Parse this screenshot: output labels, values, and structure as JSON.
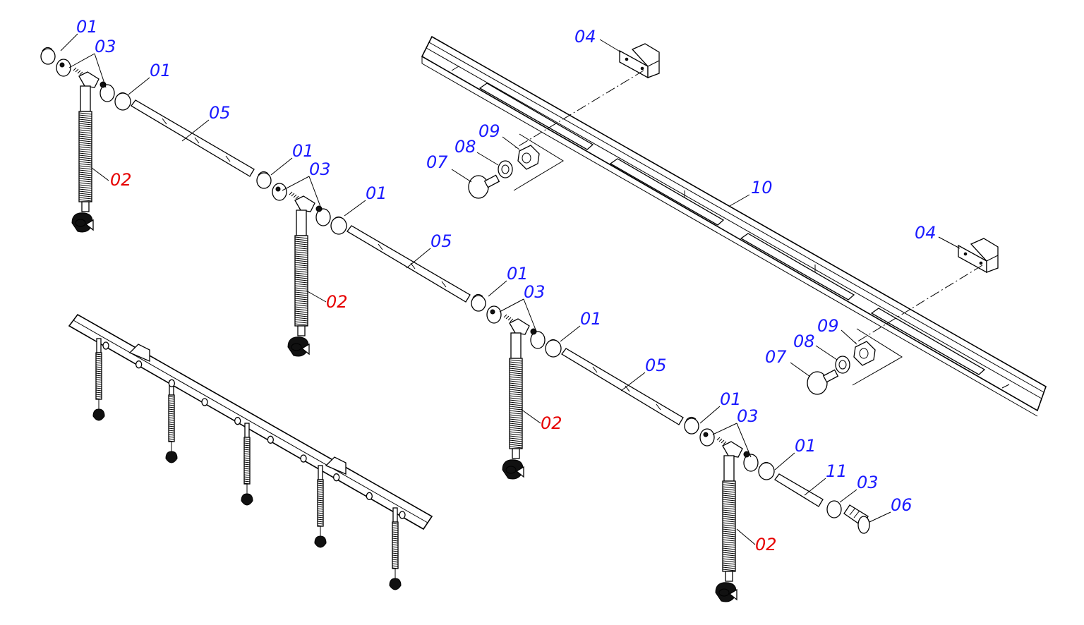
{
  "colors": {
    "blue": "#1a1aff",
    "red": "#e60000",
    "line": "#000000"
  },
  "labels": [
    {
      "id": "l1",
      "text": "01",
      "color": "blue"
    },
    {
      "id": "l2",
      "text": "03",
      "color": "blue"
    },
    {
      "id": "l3",
      "text": "01",
      "color": "blue"
    },
    {
      "id": "l4",
      "text": "05",
      "color": "blue"
    },
    {
      "id": "l5",
      "text": "02",
      "color": "red"
    },
    {
      "id": "l6",
      "text": "01",
      "color": "blue"
    },
    {
      "id": "l7",
      "text": "03",
      "color": "blue"
    },
    {
      "id": "l8",
      "text": "01",
      "color": "blue"
    },
    {
      "id": "l9",
      "text": "05",
      "color": "blue"
    },
    {
      "id": "l10",
      "text": "02",
      "color": "red"
    },
    {
      "id": "l11",
      "text": "01",
      "color": "blue"
    },
    {
      "id": "l12",
      "text": "03",
      "color": "blue"
    },
    {
      "id": "l13",
      "text": "01",
      "color": "blue"
    },
    {
      "id": "l14",
      "text": "05",
      "color": "blue"
    },
    {
      "id": "l15",
      "text": "02",
      "color": "red"
    },
    {
      "id": "l16",
      "text": "01",
      "color": "blue"
    },
    {
      "id": "l17",
      "text": "03",
      "color": "blue"
    },
    {
      "id": "l18",
      "text": "01",
      "color": "blue"
    },
    {
      "id": "l19",
      "text": "11",
      "color": "blue"
    },
    {
      "id": "l20",
      "text": "03",
      "color": "blue"
    },
    {
      "id": "l21",
      "text": "06",
      "color": "blue"
    },
    {
      "id": "l22",
      "text": "02",
      "color": "red"
    },
    {
      "id": "l23",
      "text": "04",
      "color": "blue"
    },
    {
      "id": "l24",
      "text": "09",
      "color": "blue"
    },
    {
      "id": "l25",
      "text": "08",
      "color": "blue"
    },
    {
      "id": "l26",
      "text": "07",
      "color": "blue"
    },
    {
      "id": "l27",
      "text": "10",
      "color": "blue"
    },
    {
      "id": "l28",
      "text": "04",
      "color": "blue"
    },
    {
      "id": "l29",
      "text": "09",
      "color": "blue"
    },
    {
      "id": "l30",
      "text": "08",
      "color": "blue"
    },
    {
      "id": "l31",
      "text": "07",
      "color": "blue"
    }
  ]
}
